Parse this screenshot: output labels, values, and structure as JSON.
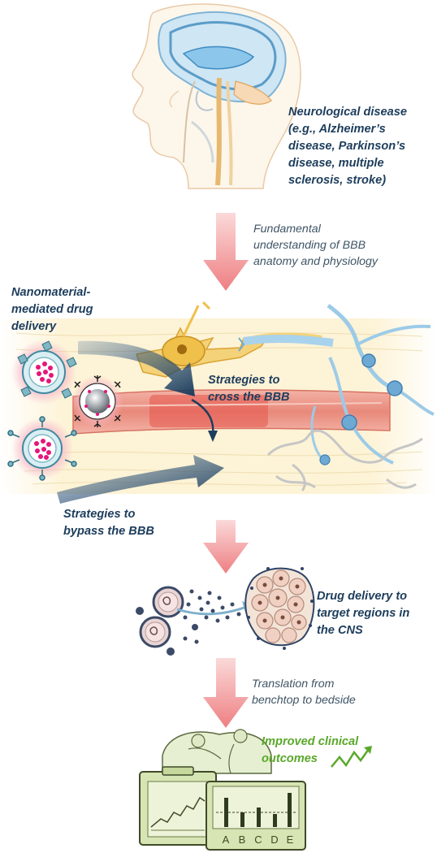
{
  "labels": {
    "neurological": "Neurological disease\n(e.g., Alzheimer’s\ndisease, Parkinson’s\ndisease, multiple\nsclerosis, stroke)",
    "fundamental": "Fundamental\nunderstanding of BBB\nanatomy and physiology",
    "nanomaterial": "Nanomaterial-\nmediated drug\ndelivery",
    "cross": "Strategies to\ncross the BBB",
    "bypass": "Strategies to\nbypass the BBB",
    "delivery": "Drug delivery to\ntarget regions in\nthe CNS",
    "translation": "Translation from\nbenchtop to bedside",
    "improved": "Improved clinical\noutcomes"
  },
  "bar_chart_letters": [
    "A",
    "B",
    "C",
    "D",
    "E"
  ],
  "colors": {
    "flow_arrow": "#f08a8a",
    "text_dark": "#1d3d5c",
    "outcome_green": "#5aa82a",
    "brain_blue": "#8cc6ea",
    "neuron_yellow": "#efc04a",
    "vessel_red": "#e88878",
    "nanoparticle_pink": "#e6157a",
    "nanoparticle_teal": "#7fb8c4"
  },
  "icons": [
    "head-brain-illustration",
    "neuron-icon",
    "blood-vessel-icon",
    "nanoparticle-icon",
    "tumor-cell-cluster-icon",
    "clinical-monitor-icon",
    "zigzag-arrow-icon"
  ]
}
